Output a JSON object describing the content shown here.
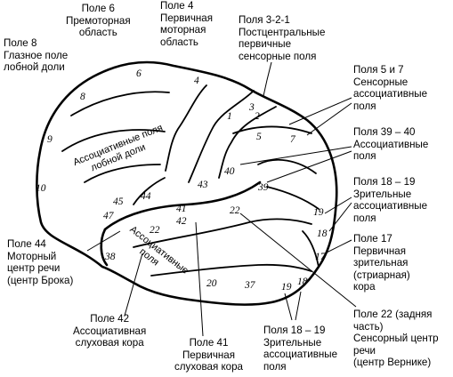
{
  "labels": {
    "field6": [
      "Поле 6",
      "Премоторная",
      "область"
    ],
    "field4": [
      "Поле 4",
      "Первичная",
      "моторная",
      "область"
    ],
    "field321": [
      "Поля 3-2-1",
      "Постцентральные",
      "первичные",
      "сенсорные поля"
    ],
    "field8": [
      "Поле 8",
      "Глазное поле",
      "лобной доли"
    ],
    "field57": [
      "Поля 5 и 7",
      "Сенсорные",
      "ассоциативные",
      "поля"
    ],
    "field3940": [
      "Поля 39 – 40",
      "Ассоциативные",
      "поля"
    ],
    "field1819a": [
      "Поля 18 – 19",
      "Зрительные",
      "ассоциативные",
      "поля"
    ],
    "field17": [
      "Поле 17",
      "Первичная",
      "зрительная",
      "(стриарная)",
      "кора"
    ],
    "field44": [
      "Поле 44",
      "Моторный",
      "центр речи",
      "(центр Брока)"
    ],
    "field42": [
      "Поле 42",
      "Ассоциативная",
      "слуховая кора"
    ],
    "field41": [
      "Поле 41",
      "Первичная",
      "слуховая кора"
    ],
    "field1819b": [
      "Поля 18 – 19",
      "Зрительные",
      "ассоциативные",
      "поля"
    ],
    "field22": [
      "Поле 22 (задняя",
      "часть)",
      "Сенсорный центр",
      "речи",
      "(центр Вернике)"
    ]
  },
  "brain": {
    "frontal_assoc": [
      "Ассоциативные поля",
      "лобной доли"
    ],
    "temporal_assoc": [
      "Ассоциативные",
      "поля"
    ],
    "numbers": [
      "6",
      "4",
      "8",
      "3",
      "1",
      "2",
      "5",
      "7",
      "9",
      "40",
      "39",
      "10",
      "43",
      "45",
      "44",
      "47",
      "41",
      "42",
      "22",
      "22",
      "19",
      "18",
      "17",
      "38",
      "20",
      "37",
      "19",
      "18"
    ]
  }
}
